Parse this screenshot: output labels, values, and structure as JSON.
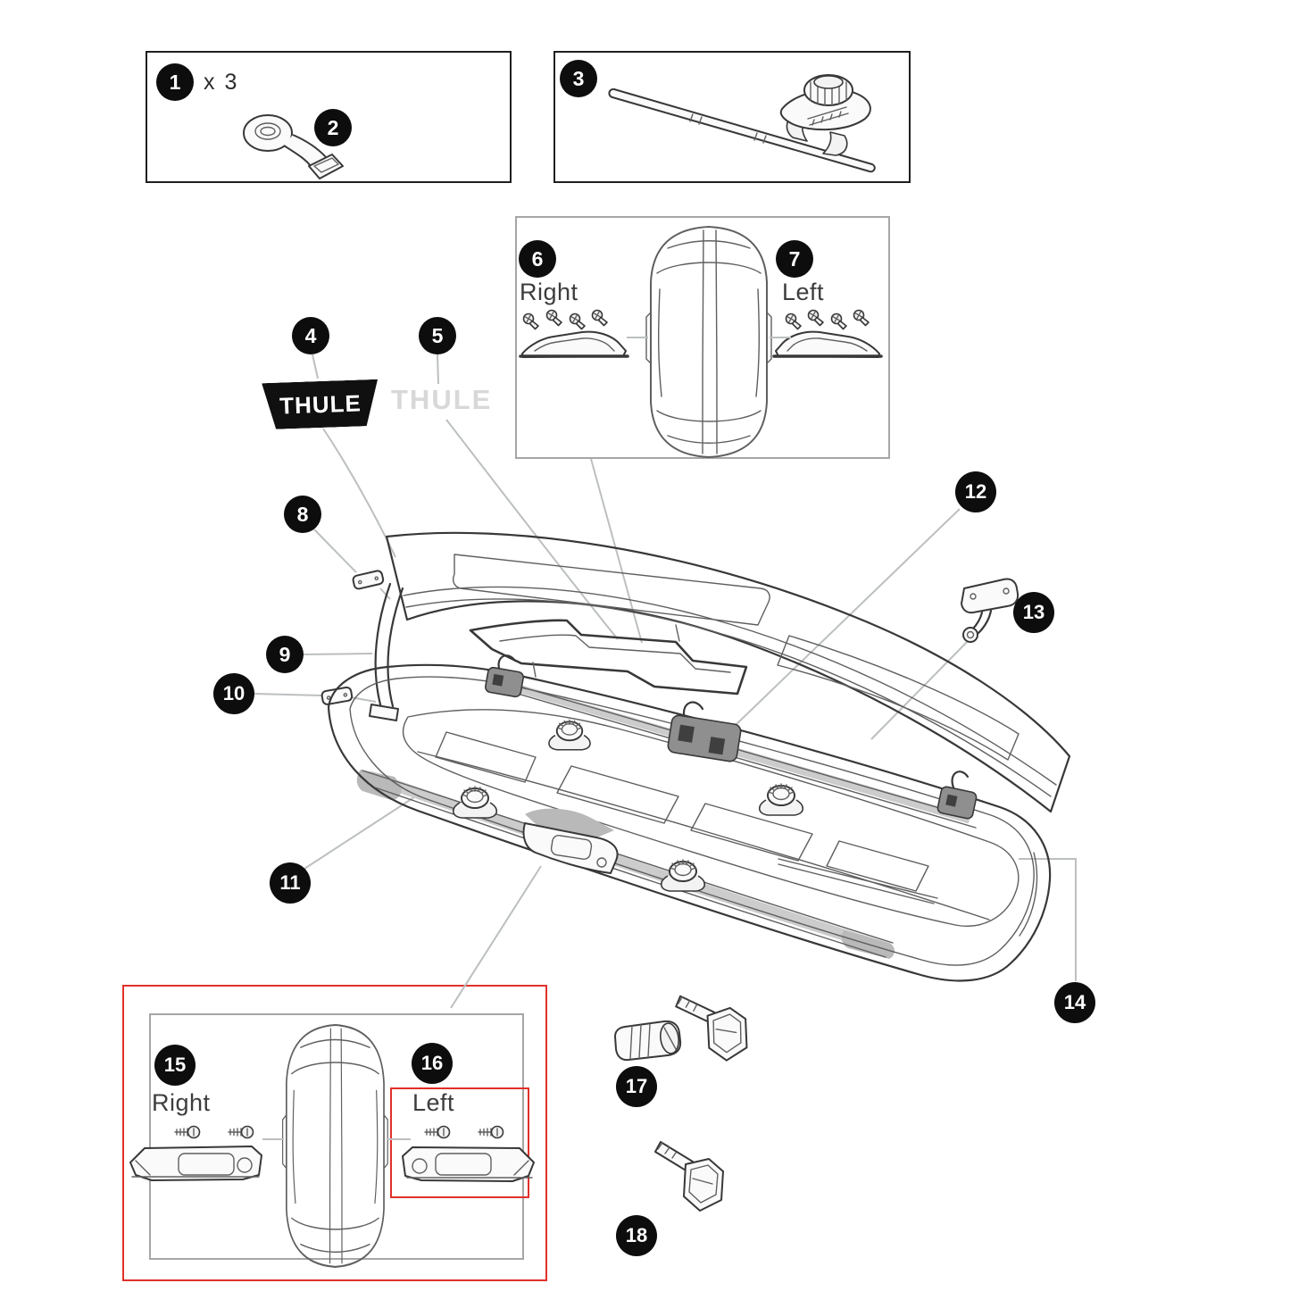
{
  "colors": {
    "background": "#ffffff",
    "line": "#383838",
    "line_soft": "#5f5f5f",
    "leader": "#bcbfc1",
    "red": "#e0312a",
    "gray_fill": "#cccccc",
    "pad_fill": "#b9b9b9",
    "badge_bg": "#0d0d0d",
    "badge_text": "#ffffff",
    "label_text": "#3d3d3d",
    "logo_badge_bg": "#101010",
    "logo_badge_text": "#ffffff",
    "logo_decal_text": "#d8d8d8",
    "panel_border_dark": "#1f1f1f",
    "panel_border_gray": "#a6a6a6"
  },
  "badges": {
    "1": "1",
    "2": "2",
    "3": "3",
    "4": "4",
    "5": "5",
    "6": "6",
    "7": "7",
    "8": "8",
    "9": "9",
    "10": "10",
    "11": "11",
    "12": "12",
    "13": "13",
    "14": "14",
    "15": "15",
    "16": "16",
    "17": "17",
    "18": "18"
  },
  "strap_panel": {
    "quantity_label": "x 3"
  },
  "trim_panel": {
    "right_label": "Right",
    "left_label": "Left"
  },
  "endcap_panel": {
    "right_label": "Right",
    "left_label": "Left"
  },
  "logos": {
    "lid_badge_text": "THULE",
    "lid_decal_text": "THULE"
  },
  "icons": {
    "part_2": "strap-icon",
    "part_3": "tensioner-bar-icon",
    "part_4": "thule-badge-logo-icon",
    "part_5": "thule-decal-logo-icon",
    "part_6": "lid-trim-right-icon",
    "part_7": "lid-trim-left-icon",
    "part_8": "fixing-plate-icon",
    "part_9": "lid-stay-icon",
    "part_10": "fixing-plate-icon",
    "part_11": "base-tray-icon",
    "part_12": "central-lock-icon",
    "part_13": "lid-lifter-icon",
    "part_14": "box-shell-rim-icon",
    "part_15": "end-cap-right-icon",
    "part_16": "end-cap-left-icon",
    "part_17": "lock-cylinder-key-icon",
    "part_18": "key-icon",
    "roof_box_top_view": "roof-box-top-view-icon",
    "screw": "screw-icon"
  }
}
